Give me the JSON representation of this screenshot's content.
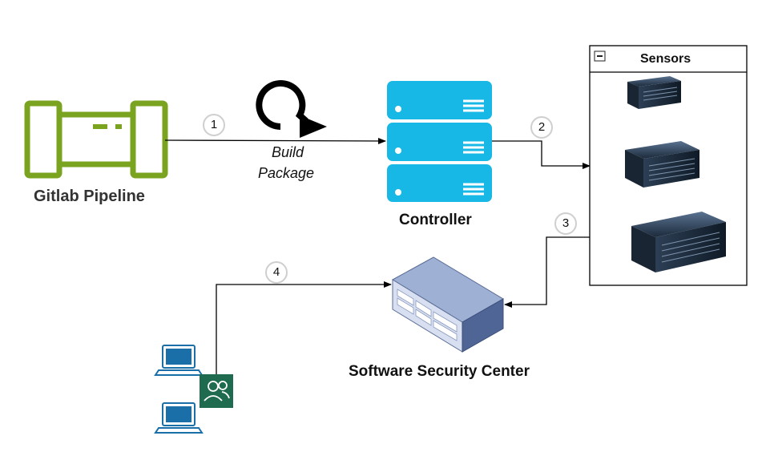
{
  "nodes": {
    "gitlab": "Gitlab Pipeline",
    "controller": "Controller",
    "sensors": "Sensors",
    "ssc": "Software Security Center"
  },
  "edges": {
    "build_line1": "Build",
    "build_line2": "Package"
  },
  "steps": [
    "1",
    "2",
    "3",
    "4"
  ],
  "colors": {
    "gitlab_green": "#7aa320",
    "server_blue": "#17b8e6",
    "ssc_blue": "#6a7fae",
    "user_green": "#1f6b4f",
    "laptop_blue": "#1b6fa8"
  },
  "icons": {
    "gitlab": "pipeline-icon",
    "build": "loop-arrow-icon",
    "controller": "server-stack-icon",
    "sensor": "rack-server-icon",
    "ssc": "appliance-icon",
    "users": "user-group-icon",
    "laptop": "laptop-icon"
  }
}
